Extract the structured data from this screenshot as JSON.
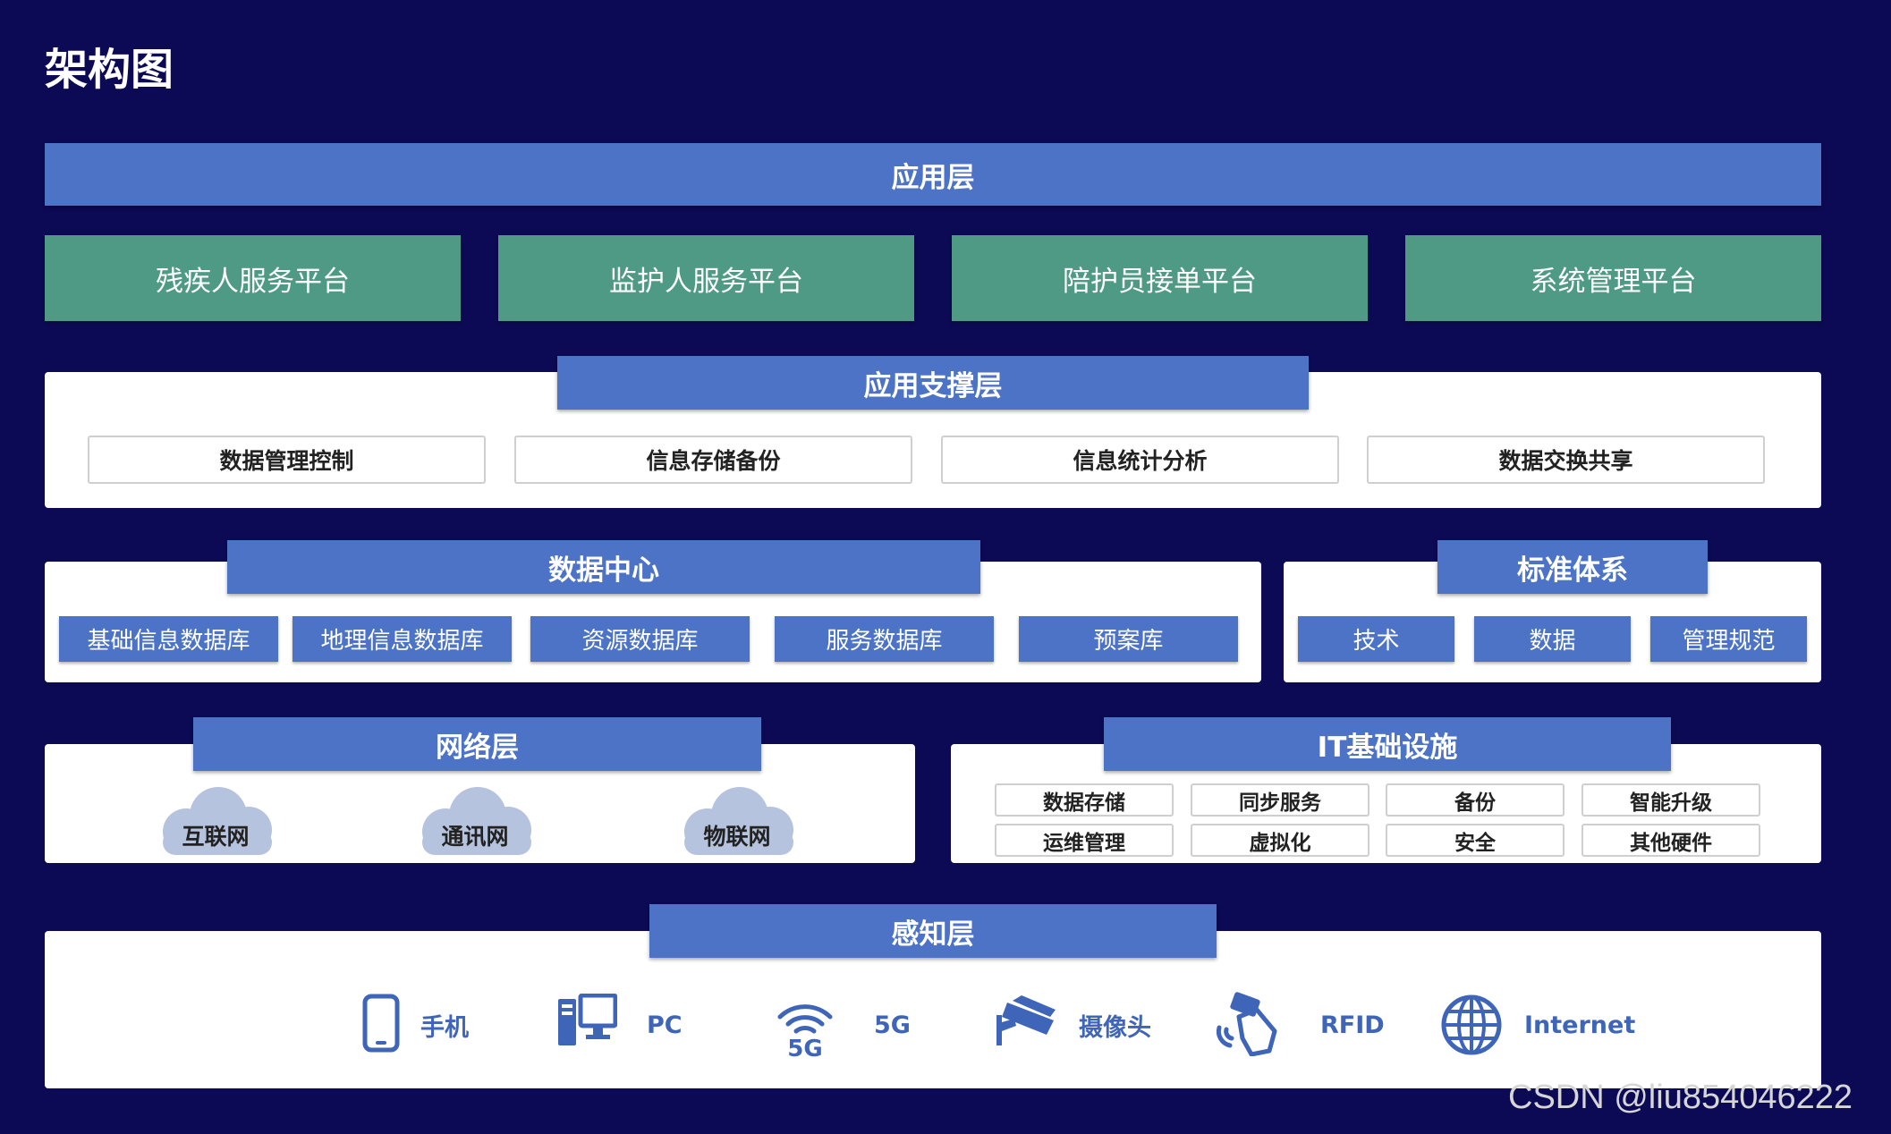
{
  "title": "架构图",
  "app_layer": {
    "label": "应用层",
    "platforms": [
      "残疾人服务平台",
      "监护人服务平台",
      "陪护员接单平台",
      "系统管理平台"
    ]
  },
  "support_layer": {
    "label": "应用支撑层",
    "items": [
      "数据管理控制",
      "信息存储备份",
      "信息统计分析",
      "数据交换共享"
    ]
  },
  "data_center": {
    "label": "数据中心",
    "items": [
      "基础信息数据库",
      "地理信息数据库",
      "资源数据库",
      "服务数据库",
      "预案库"
    ]
  },
  "standards": {
    "label": "标准体系",
    "items": [
      "技术",
      "数据",
      "管理规范"
    ]
  },
  "network_layer": {
    "label": "网络层",
    "clouds": [
      "互联网",
      "通讯网",
      "物联网"
    ]
  },
  "it_infra": {
    "label": "IT基础设施",
    "items": [
      "数据存储",
      "同步服务",
      "备份",
      "智能升级",
      "运维管理",
      "虚拟化",
      "安全",
      "其他硬件"
    ]
  },
  "perception_layer": {
    "label": "感知层",
    "devices": [
      {
        "label": "手机",
        "icon": "mobile-phone-icon"
      },
      {
        "label": "PC",
        "icon": "pc-icon"
      },
      {
        "label": "5G",
        "icon": "5g-signal-icon"
      },
      {
        "label": "摄像头",
        "icon": "camera-icon"
      },
      {
        "label": "RFID",
        "icon": "rfid-icon"
      },
      {
        "label": "Internet",
        "icon": "globe-icon"
      }
    ]
  },
  "watermark": "CSDN @liu854046222",
  "colors": {
    "background": "#0d0a55",
    "bar_blue": "#4c73c5",
    "platform_green": "#4e9a85",
    "icon_blue": "#3f65b8",
    "cloud": "#b5c3de"
  }
}
